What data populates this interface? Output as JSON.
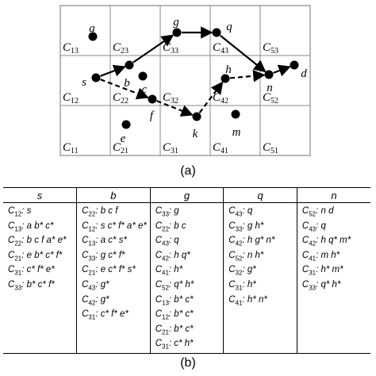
{
  "cells": [
    {
      "id": "c13",
      "label": "C",
      "sub": "13"
    },
    {
      "id": "c23",
      "label": "C",
      "sub": "23"
    },
    {
      "id": "c33",
      "label": "C",
      "sub": "33"
    },
    {
      "id": "c43",
      "label": "C",
      "sub": "43"
    },
    {
      "id": "c53",
      "label": "C",
      "sub": "53"
    },
    {
      "id": "c12",
      "label": "C",
      "sub": "12"
    },
    {
      "id": "c22",
      "label": "C",
      "sub": "22"
    },
    {
      "id": "c32",
      "label": "C",
      "sub": "32"
    },
    {
      "id": "c42",
      "label": "C",
      "sub": "42"
    },
    {
      "id": "c52",
      "label": "C",
      "sub": "52"
    },
    {
      "id": "c11",
      "label": "C",
      "sub": "11"
    },
    {
      "id": "c21",
      "label": "C",
      "sub": "21"
    },
    {
      "id": "c31",
      "label": "C",
      "sub": "31"
    },
    {
      "id": "c41",
      "label": "C",
      "sub": "41"
    },
    {
      "id": "c51",
      "label": "C",
      "sub": "51"
    }
  ],
  "nodes": [
    {
      "id": "a",
      "label": "a"
    },
    {
      "id": "s",
      "label": "s"
    },
    {
      "id": "b",
      "label": "b"
    },
    {
      "id": "c",
      "label": "c"
    },
    {
      "id": "f",
      "label": "f"
    },
    {
      "id": "e",
      "label": "e"
    },
    {
      "id": "g",
      "label": "g"
    },
    {
      "id": "q",
      "label": "q"
    },
    {
      "id": "h",
      "label": "h"
    },
    {
      "id": "n",
      "label": "n"
    },
    {
      "id": "d",
      "label": "d"
    },
    {
      "id": "k",
      "label": "k"
    },
    {
      "id": "m",
      "label": "m"
    }
  ],
  "edges_solid": [
    [
      "s",
      "b"
    ],
    [
      "b",
      "g"
    ],
    [
      "g",
      "q"
    ],
    [
      "q",
      "n"
    ],
    [
      "n",
      "d"
    ]
  ],
  "edges_dashed": [
    [
      "s",
      "f"
    ],
    [
      "f",
      "k"
    ],
    [
      "k",
      "h"
    ],
    [
      "h",
      "n"
    ]
  ],
  "caption_a": "(a)",
  "caption_b": "(b)",
  "table": {
    "headers": [
      "s",
      "b",
      "g",
      "q",
      "n"
    ],
    "columns": [
      [
        {
          "c": "C",
          "sub": "12",
          "text": ": s"
        },
        {
          "c": "C",
          "sub": "13",
          "text": ": a b* c*"
        },
        {
          "c": "C",
          "sub": "22",
          "text": ": b c f a* e*"
        },
        {
          "c": "C",
          "sub": "21",
          "text": ": e b* c* f*"
        },
        {
          "c": "C",
          "sub": "31",
          "text": ": c* f* e*"
        },
        {
          "c": "C",
          "sub": "33",
          "text": ": b* c* f*"
        }
      ],
      [
        {
          "c": "C",
          "sub": "22",
          "text": ": b c f"
        },
        {
          "c": "C",
          "sub": "12",
          "text": ": s c* f* a* e*"
        },
        {
          "c": "C",
          "sub": "13",
          "text": ": a c* s*"
        },
        {
          "c": "C",
          "sub": "33",
          "text": ": g c* f*"
        },
        {
          "c": "C",
          "sub": "21",
          "text": ": e c* f* s*"
        },
        {
          "c": "C",
          "sub": "43",
          "text": ": g*"
        },
        {
          "c": "C",
          "sub": "42",
          "text": ": g*"
        },
        {
          "c": "C",
          "sub": "31",
          "text": ": c* f* e*"
        }
      ],
      [
        {
          "c": "C",
          "sub": "33",
          "text": ": g"
        },
        {
          "c": "C",
          "sub": "22",
          "text": ": b c"
        },
        {
          "c": "C",
          "sub": "43",
          "text": ": q"
        },
        {
          "c": "C",
          "sub": "42",
          "text": ": h q*"
        },
        {
          "c": "C",
          "sub": "41",
          "text": ": h*"
        },
        {
          "c": "C",
          "sub": "52",
          "text": ": q* h*"
        },
        {
          "c": "C",
          "sub": "13",
          "text": ": b* c*"
        },
        {
          "c": "C",
          "sub": "12",
          "text": ": b* c*"
        },
        {
          "c": "C",
          "sub": "21",
          "text": ": b* c*"
        },
        {
          "c": "C",
          "sub": "31",
          "text": ": c* h*"
        }
      ],
      [
        {
          "c": "C",
          "sub": "43",
          "text": ": q"
        },
        {
          "c": "C",
          "sub": "33",
          "text": ": g h*"
        },
        {
          "c": "C",
          "sub": "42",
          "text": ": h g* n*"
        },
        {
          "c": "C",
          "sub": "52",
          "text": ": n h*"
        },
        {
          "c": "C",
          "sub": "32",
          "text": ": g*"
        },
        {
          "c": "C",
          "sub": "31",
          "text": ": h*"
        },
        {
          "c": "C",
          "sub": "41",
          "text": ": h* n*"
        }
      ],
      [
        {
          "c": "C",
          "sub": "52",
          "text": ": n d"
        },
        {
          "c": "C",
          "sub": "43",
          "text": ": q"
        },
        {
          "c": "C",
          "sub": "42",
          "text": ": h q* m*"
        },
        {
          "c": "C",
          "sub": "41",
          "text": ": m h*"
        },
        {
          "c": "C",
          "sub": "31",
          "text": ": h* m*"
        },
        {
          "c": "C",
          "sub": "33",
          "text": ": q* h*"
        }
      ]
    ]
  }
}
